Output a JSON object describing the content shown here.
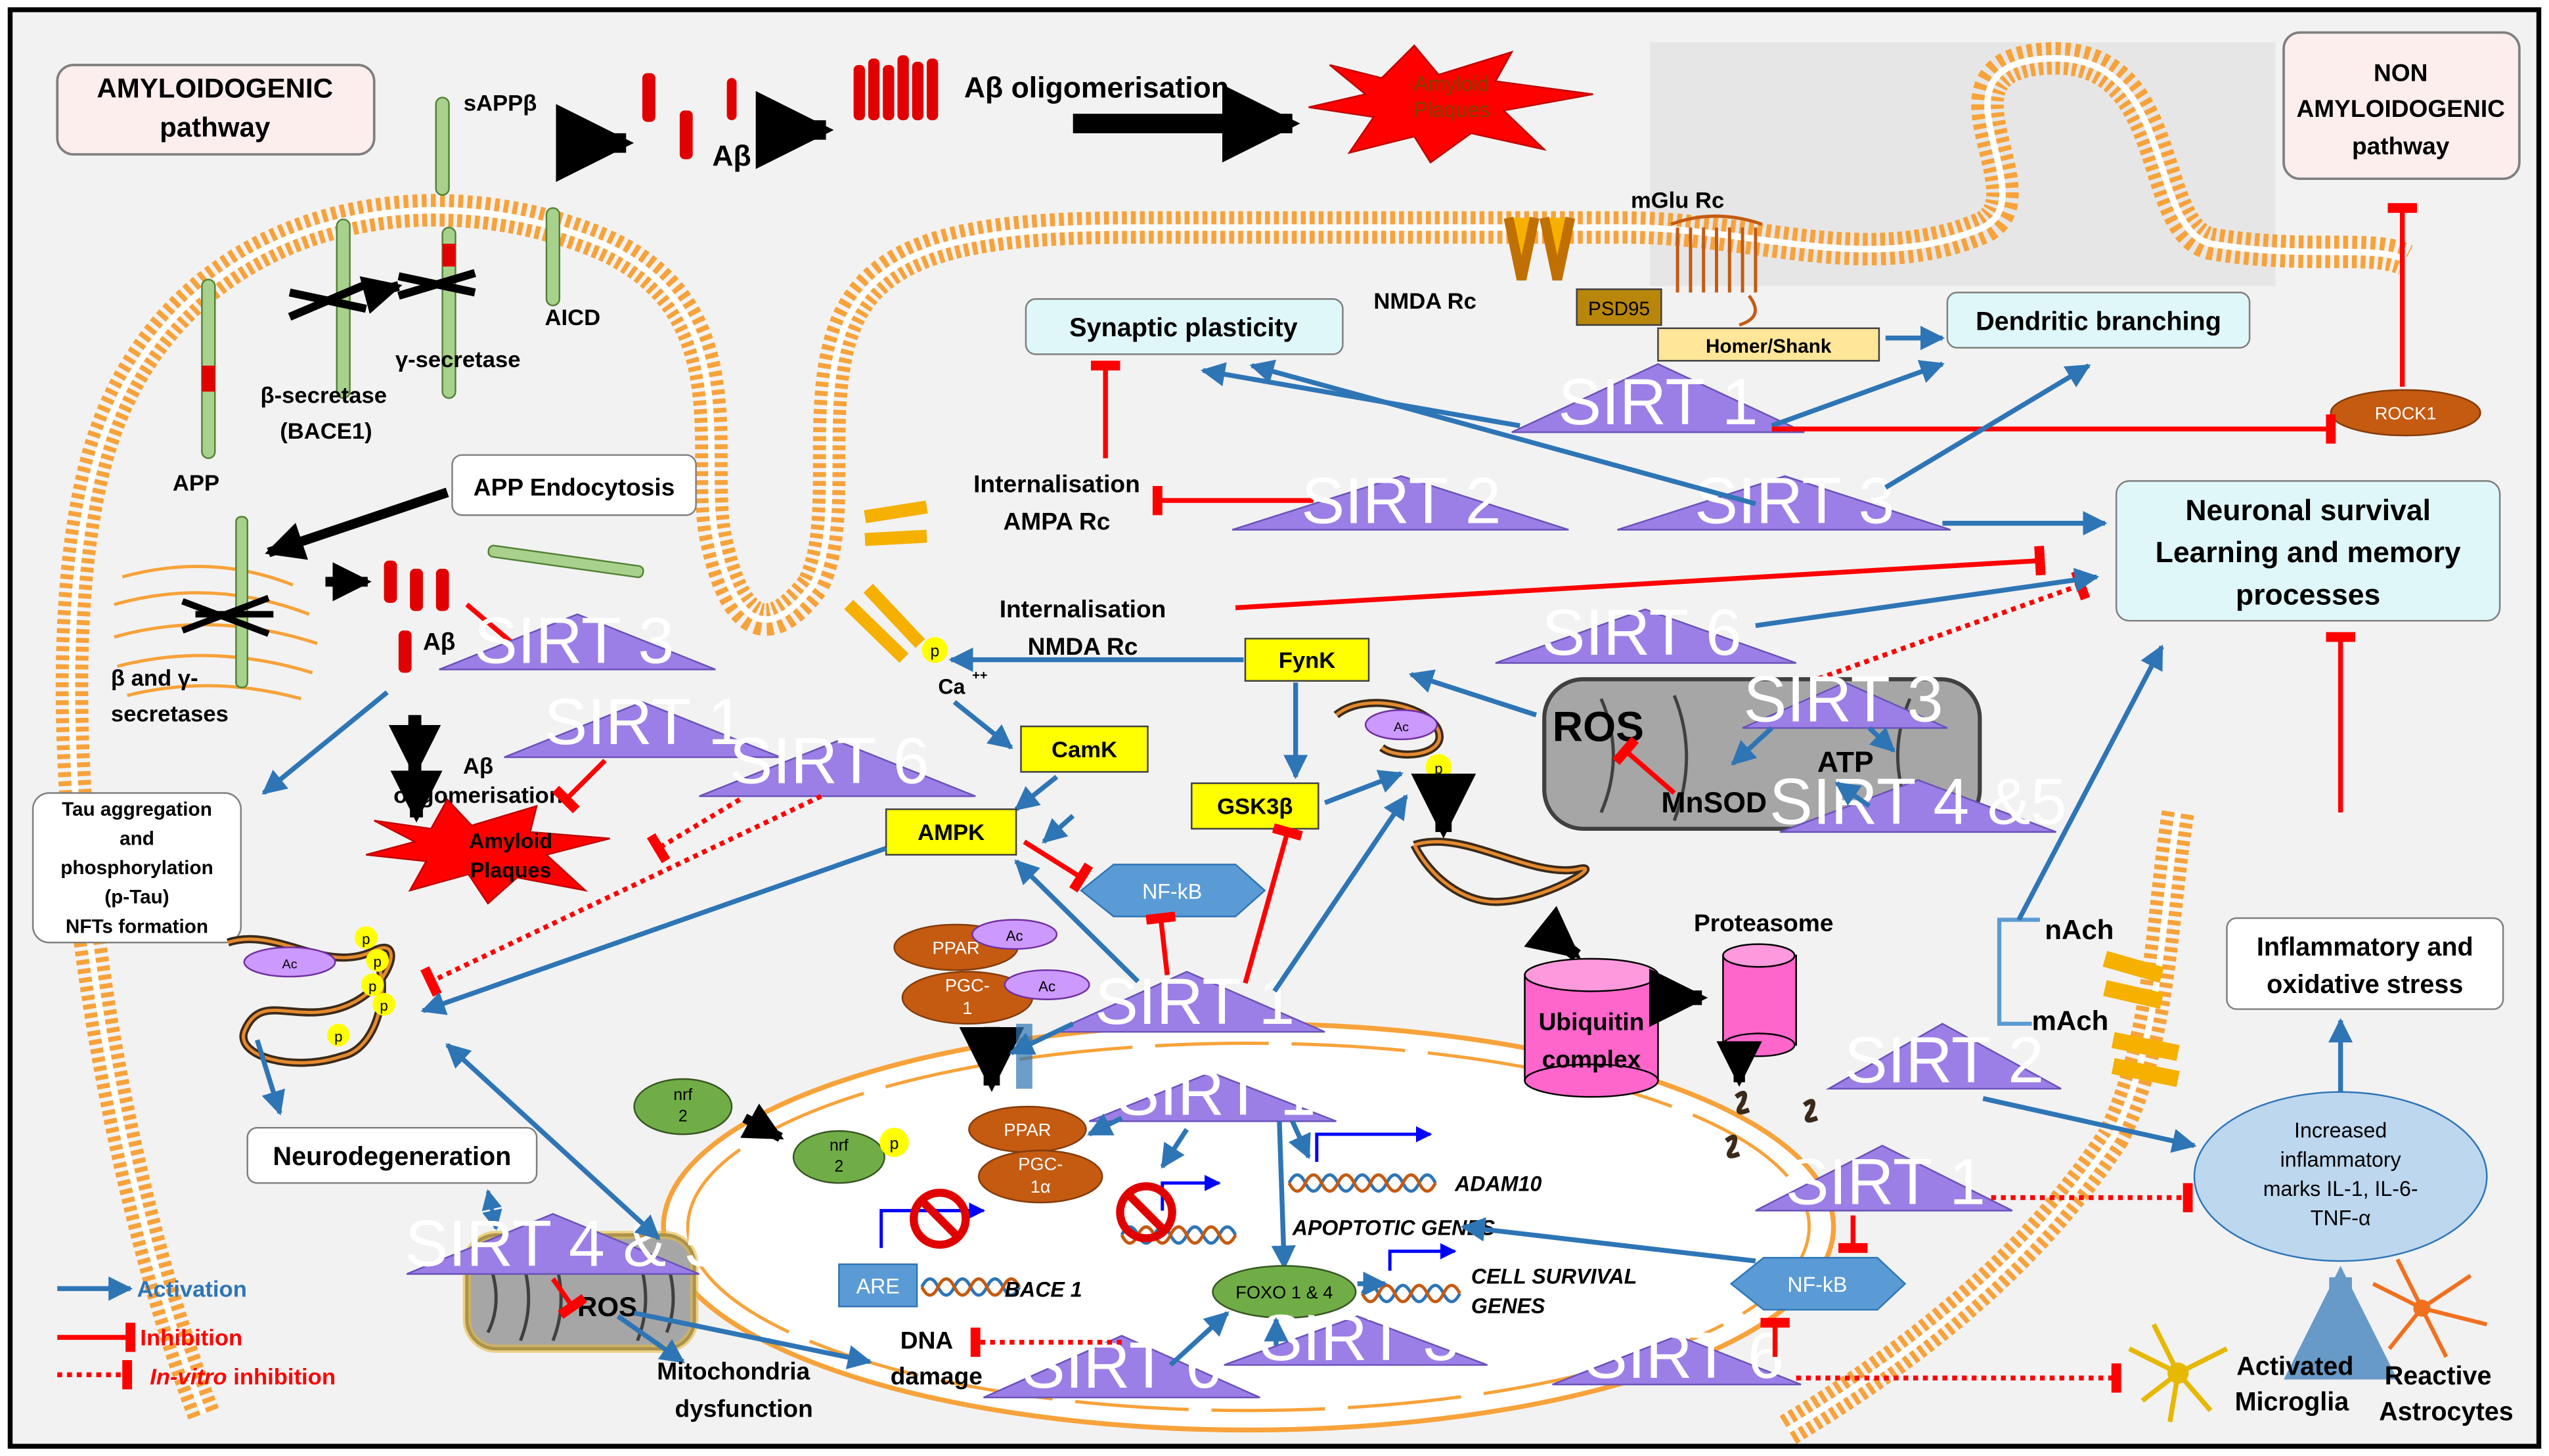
{
  "title_box": {
    "amyloidogenic": [
      "AMYLOIDOGENIC",
      "pathway"
    ],
    "non_amyloidogenic": [
      "NON",
      "AMYLOIDOGENIC",
      "pathway"
    ]
  },
  "app_pathway": {
    "sAPPb": "sAPPβ",
    "ab": "Aβ",
    "ab_oligo": "Aβ oligomerisation",
    "plaques": [
      "Amyloid",
      "Plaques"
    ],
    "b_secretase": [
      "β-secretase",
      "(BACE1)"
    ],
    "g_secretase": "γ-secretase",
    "aicd": "AICD",
    "app": "APP",
    "app_endocytosis": "APP Endocytosis",
    "bg_secretases": [
      "β and γ-",
      "secretases"
    ],
    "ab_inner": "Aβ",
    "ab_oligo_inner": [
      "Aβ",
      "oligomerisation"
    ],
    "plaques_inner": [
      "Amyloid",
      "Plaques"
    ]
  },
  "receptors": {
    "nmda_rc": "NMDA Rc",
    "psd95": "PSD95",
    "mglu_rc": "mGlu Rc",
    "homer": "Homer/Shank",
    "int_ampa": [
      "Internalisation",
      "AMPA Rc"
    ],
    "int_nmda": [
      "Internalisation",
      "NMDA Rc"
    ],
    "ca": "Ca",
    "ca_sup": "++",
    "nach": "nAch",
    "mach": "mAch"
  },
  "outcomes": {
    "synaptic_plasticity": "Synaptic plasticity",
    "dendritic_branching": "Dendritic branching",
    "neuronal_survival": [
      "Neuronal survival",
      "Learning and memory",
      "processes"
    ],
    "inflammatory_stress": [
      "Inflammatory and",
      "oxidative stress"
    ],
    "tau": [
      "Tau aggregation",
      "and",
      "phosphorylation",
      "(p-Tau)",
      "NFTs formation"
    ],
    "neurodegeneration": "Neurodegeneration",
    "rock1": "ROCK1",
    "inflammatory_marks": [
      "Increased",
      "inflammatory",
      "marks IL-1, IL-6-",
      "TNF-α"
    ],
    "activated_microglia": [
      "Activated",
      "Microglia"
    ],
    "reactive_astrocytes": [
      "Reactive",
      "Astrocytes"
    ],
    "mito_dysfunction": [
      "Mitochondria",
      "dysfunction"
    ],
    "dna_damage": [
      "DNA",
      "damage"
    ]
  },
  "signaling": {
    "fynk": "FynK",
    "camk": "CamK",
    "ampk": "AMPK",
    "gsk3b": "GSK3β",
    "nfkb": "NF-kB",
    "ppar": "PPAR",
    "pgc1": [
      "PGC-",
      "1"
    ],
    "pgc1a": [
      "PGC-",
      "1α"
    ],
    "ac": "Ac",
    "p": "p",
    "nrf2": [
      "nrf",
      "2"
    ],
    "ros": "ROS",
    "mnsod": "MnSOD",
    "atp": "ATP",
    "proteasome": "Proteasome",
    "ubiquitin": [
      "Ubiquitin",
      "complex"
    ],
    "are": "ARE",
    "foxo": "FOXO 1 & 4"
  },
  "genes": {
    "adam10": "ADAM10",
    "apoptotic": "APOPTOTIC GENES",
    "bace1": "BACE 1",
    "cell_survival": [
      "CELL SURVIVAL",
      "GENES"
    ]
  },
  "sirtuins": {
    "sirt1": "SIRT 1",
    "sirt2": "SIRT 2",
    "sirt3": "SIRT 3",
    "sirt6": "SIRT 6",
    "sirt45": "SIRT 4 &5",
    "sirt4_5": "SIRT 4 & 5"
  },
  "legend": {
    "activation": "Activation",
    "inhibition": "Inhibition",
    "invitro_a": "In-vitro",
    "invitro_b": " inhibition"
  },
  "colors": {
    "membrane": "#f7a23a",
    "sirt_fill": "#9b7fe6",
    "activation": "#2e75b6",
    "inhibition": "#ff0000",
    "box_cyan": "#dff7f9",
    "box_yellow": "#ffff00",
    "plaque_red": "#ff0000",
    "enzyme_brown": "#c55a11"
  }
}
